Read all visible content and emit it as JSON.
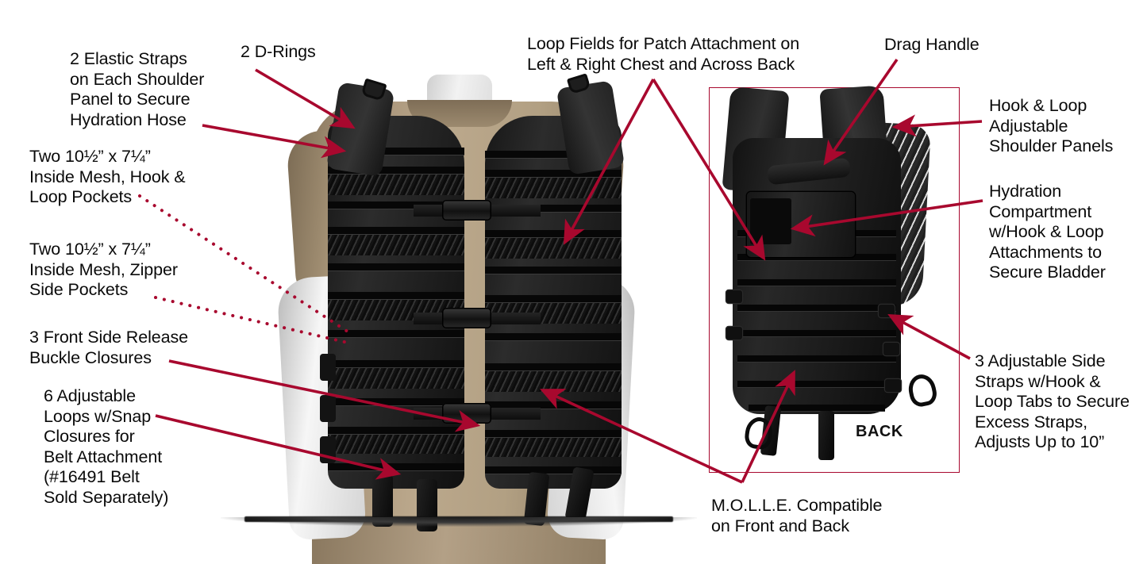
{
  "product": {
    "view_front_name": "front-vest-photo",
    "view_back_label": "BACK"
  },
  "annotations": {
    "left": [
      {
        "id": "elastic-straps",
        "text": "2 Elastic Straps\non Each Shoulder\nPanel to Secure\nHydration Hose"
      },
      {
        "id": "mesh-hook-loop-pockets",
        "text": "Two 10½” x 7¼”\nInside Mesh, Hook &\nLoop Pockets"
      },
      {
        "id": "mesh-zipper-pockets",
        "text": "Two 10½” x 7¼”\nInside Mesh, Zipper\nSide Pockets"
      },
      {
        "id": "front-buckles",
        "text": "3 Front Side Release\nBuckle Closures"
      },
      {
        "id": "belt-loops",
        "text": "6 Adjustable\nLoops w/Snap\nClosures for\nBelt Attachment\n(#16491 Belt\nSold Separately)"
      }
    ],
    "top": [
      {
        "id": "d-rings",
        "text": "2 D-Rings"
      },
      {
        "id": "loop-fields",
        "text": "Loop Fields for Patch Attachment on\nLeft & Right Chest and Across Back"
      },
      {
        "id": "drag-handle",
        "text": "Drag Handle"
      }
    ],
    "right": [
      {
        "id": "shoulder-panels",
        "text": "Hook & Loop\nAdjustable\nShoulder Panels"
      },
      {
        "id": "hydration-compartment",
        "text": "Hydration\nCompartment\nw/Hook & Loop\nAttachments to\nSecure Bladder"
      },
      {
        "id": "side-straps",
        "text": "3 Adjustable Side\nStraps w/Hook &\nLoop Tabs to Secure\nExcess Straps,\nAdjusts Up to 10”"
      }
    ],
    "bottom": [
      {
        "id": "molle-compatible",
        "text": "M.O.L.L.E. Compatible\non Front and Back"
      }
    ]
  },
  "colors": {
    "leader_line": "#A8082E",
    "text": "#0A0A0A",
    "box_border": "#A8082E",
    "shirt": "#B2A083",
    "vest": "#181818",
    "mannequin": "#EDEDED"
  }
}
